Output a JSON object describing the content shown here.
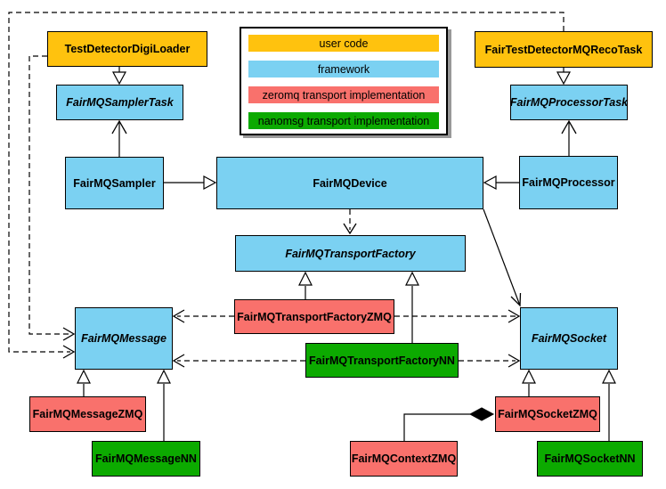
{
  "diagram_type": "uml-class-diagram",
  "colors": {
    "user_code": "#FFC20E",
    "framework": "#7BD1F2",
    "zeromq": "#F9716C",
    "nanomsg": "#0CAA00",
    "border": "#000000",
    "legend_shadow": "#999999"
  },
  "legend": {
    "items": [
      {
        "label": "user code",
        "category": "user_code"
      },
      {
        "label": "framework",
        "category": "framework"
      },
      {
        "label": "zeromq transport implementation",
        "category": "zeromq"
      },
      {
        "label": "nanomsg transport implementation",
        "category": "nanomsg"
      }
    ]
  },
  "nodes": {
    "testDetectorDigiLoader": {
      "label": "TestDetectorDigiLoader",
      "category": "user_code",
      "abstract": false
    },
    "fairTestDetectorMQRecoTask": {
      "label": "FairTestDetectorMQRecoTask",
      "category": "user_code",
      "abstract": false
    },
    "fairMQSamplerTask": {
      "label": "FairMQSamplerTask",
      "category": "framework",
      "abstract": true
    },
    "fairMQProcessorTask": {
      "label": "FairMQProcessorTask",
      "category": "framework",
      "abstract": true
    },
    "fairMQSampler": {
      "label": "FairMQSampler",
      "category": "framework",
      "abstract": false
    },
    "fairMQDevice": {
      "label": "FairMQDevice",
      "category": "framework",
      "abstract": false
    },
    "fairMQProcessor": {
      "label": "FairMQProcessor",
      "category": "framework",
      "abstract": false
    },
    "fairMQTransportFactory": {
      "label": "FairMQTransportFactory",
      "category": "framework",
      "abstract": true
    },
    "fairMQMessage": {
      "label": "FairMQMessage",
      "category": "framework",
      "abstract": true
    },
    "fairMQSocket": {
      "label": "FairMQSocket",
      "category": "framework",
      "abstract": true
    },
    "fairMQTransportFactoryZMQ": {
      "label": "FairMQTransportFactoryZMQ",
      "category": "zeromq",
      "abstract": false
    },
    "fairMQTransportFactoryNN": {
      "label": "FairMQTransportFactoryNN",
      "category": "nanomsg",
      "abstract": false
    },
    "fairMQMessageZMQ": {
      "label": "FairMQMessageZMQ",
      "category": "zeromq",
      "abstract": false
    },
    "fairMQMessageNN": {
      "label": "FairMQMessageNN",
      "category": "nanomsg",
      "abstract": false
    },
    "fairMQContextZMQ": {
      "label": "FairMQContextZMQ",
      "category": "zeromq",
      "abstract": false
    },
    "fairMQSocketZMQ": {
      "label": "FairMQSocketZMQ",
      "category": "zeromq",
      "abstract": false
    },
    "fairMQSocketNN": {
      "label": "FairMQSocketNN",
      "category": "nanomsg",
      "abstract": false
    }
  },
  "edges": [
    {
      "from": "TestDetectorDigiLoader",
      "to": "FairMQSamplerTask",
      "type": "inheritance",
      "style": "solid"
    },
    {
      "from": "FairMQSampler",
      "to": "FairMQSamplerTask",
      "type": "association",
      "style": "solid"
    },
    {
      "from": "FairTestDetectorMQRecoTask",
      "to": "FairMQProcessorTask",
      "type": "inheritance",
      "style": "solid"
    },
    {
      "from": "FairMQProcessor",
      "to": "FairMQProcessorTask",
      "type": "association",
      "style": "solid"
    },
    {
      "from": "FairMQSampler",
      "to": "FairMQDevice",
      "type": "inheritance",
      "style": "solid"
    },
    {
      "from": "FairMQProcessor",
      "to": "FairMQDevice",
      "type": "inheritance",
      "style": "solid"
    },
    {
      "from": "FairMQDevice",
      "to": "FairMQTransportFactory",
      "type": "dependency",
      "style": "dashed"
    },
    {
      "from": "FairMQDevice",
      "to": "FairMQSocket",
      "type": "association",
      "style": "solid"
    },
    {
      "from": "FairMQTransportFactoryZMQ",
      "to": "FairMQTransportFactory",
      "type": "inheritance",
      "style": "solid"
    },
    {
      "from": "FairMQTransportFactoryNN",
      "to": "FairMQTransportFactory",
      "type": "inheritance",
      "style": "solid"
    },
    {
      "from": "FairMQTransportFactoryZMQ",
      "to": "FairMQMessage",
      "type": "dependency",
      "style": "dashed"
    },
    {
      "from": "FairMQTransportFactoryZMQ",
      "to": "FairMQSocket",
      "type": "dependency",
      "style": "dashed"
    },
    {
      "from": "FairMQTransportFactoryNN",
      "to": "FairMQMessage",
      "type": "dependency",
      "style": "dashed"
    },
    {
      "from": "FairMQTransportFactoryNN",
      "to": "FairMQSocket",
      "type": "dependency",
      "style": "dashed"
    },
    {
      "from": "TestDetectorDigiLoader",
      "to": "FairMQMessage",
      "type": "dependency",
      "style": "dashed"
    },
    {
      "from": "FairTestDetectorMQRecoTask",
      "to": "FairMQMessage",
      "type": "dependency",
      "style": "dashed"
    },
    {
      "from": "FairMQMessageZMQ",
      "to": "FairMQMessage",
      "type": "inheritance",
      "style": "solid"
    },
    {
      "from": "FairMQMessageNN",
      "to": "FairMQMessage",
      "type": "inheritance",
      "style": "solid"
    },
    {
      "from": "FairMQSocketZMQ",
      "to": "FairMQSocket",
      "type": "inheritance",
      "style": "solid"
    },
    {
      "from": "FairMQSocketNN",
      "to": "FairMQSocket",
      "type": "inheritance",
      "style": "solid"
    },
    {
      "from": "FairMQSocketZMQ",
      "to": "FairMQContextZMQ",
      "type": "composition",
      "style": "solid"
    }
  ]
}
